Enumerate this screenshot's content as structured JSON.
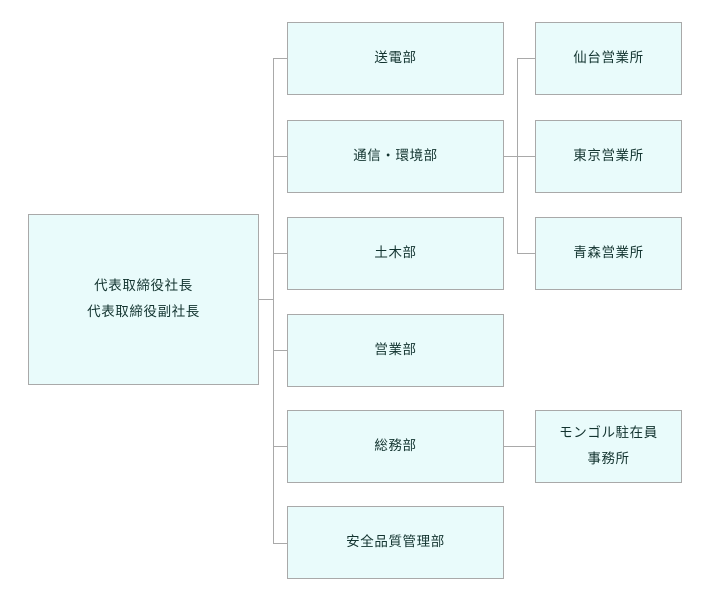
{
  "chart_data": {
    "type": "diagram",
    "diagram_type": "organization-chart",
    "title": "",
    "orientation": "left-to-right",
    "colors": {
      "node_fill": "#e9fbfb",
      "node_border": "#a9a9a9",
      "node_text": "#12332f",
      "connector": "#a9a9a9",
      "background": "#ffffff"
    },
    "nodes": [
      {
        "id": "root",
        "label_lines": [
          "代表取締役社長",
          "代表取締役副社長"
        ],
        "level": 0,
        "parent": null
      },
      {
        "id": "dept1",
        "label_lines": [
          "送電部"
        ],
        "level": 1,
        "parent": "root"
      },
      {
        "id": "dept2",
        "label_lines": [
          "通信・環境部"
        ],
        "level": 1,
        "parent": "root"
      },
      {
        "id": "dept3",
        "label_lines": [
          "土木部"
        ],
        "level": 1,
        "parent": "root"
      },
      {
        "id": "dept4",
        "label_lines": [
          "営業部"
        ],
        "level": 1,
        "parent": "root"
      },
      {
        "id": "dept5",
        "label_lines": [
          "総務部"
        ],
        "level": 1,
        "parent": "root"
      },
      {
        "id": "dept6",
        "label_lines": [
          "安全品質管理部"
        ],
        "level": 1,
        "parent": "root"
      },
      {
        "id": "office1",
        "label_lines": [
          "仙台営業所"
        ],
        "level": 2,
        "parent": "dept2"
      },
      {
        "id": "office2",
        "label_lines": [
          "東京営業所"
        ],
        "level": 2,
        "parent": "dept2"
      },
      {
        "id": "office3",
        "label_lines": [
          "青森営業所"
        ],
        "level": 2,
        "parent": "dept2"
      },
      {
        "id": "office4",
        "label_lines": [
          "モンゴル駐在員",
          "事務所"
        ],
        "level": 2,
        "parent": "dept5"
      }
    ],
    "edges": [
      {
        "from": "root",
        "to": "dept1"
      },
      {
        "from": "root",
        "to": "dept2"
      },
      {
        "from": "root",
        "to": "dept3"
      },
      {
        "from": "root",
        "to": "dept4"
      },
      {
        "from": "root",
        "to": "dept5"
      },
      {
        "from": "root",
        "to": "dept6"
      },
      {
        "from": "dept2",
        "to": "office1"
      },
      {
        "from": "dept2",
        "to": "office2"
      },
      {
        "from": "dept2",
        "to": "office3"
      },
      {
        "from": "dept5",
        "to": "office4"
      }
    ]
  },
  "root": {
    "line1": "代表取締役社長",
    "line2": "代表取締役副社長"
  },
  "departments": [
    {
      "label": "送電部"
    },
    {
      "label": "通信・環境部"
    },
    {
      "label": "土木部"
    },
    {
      "label": "営業部"
    },
    {
      "label": "総務部"
    },
    {
      "label": "安全品質管理部"
    }
  ],
  "offices": [
    {
      "label": "仙台営業所"
    },
    {
      "label": "東京営業所"
    },
    {
      "label": "青森営業所"
    },
    {
      "line1": "モンゴル駐在員",
      "line2": "事務所"
    }
  ]
}
